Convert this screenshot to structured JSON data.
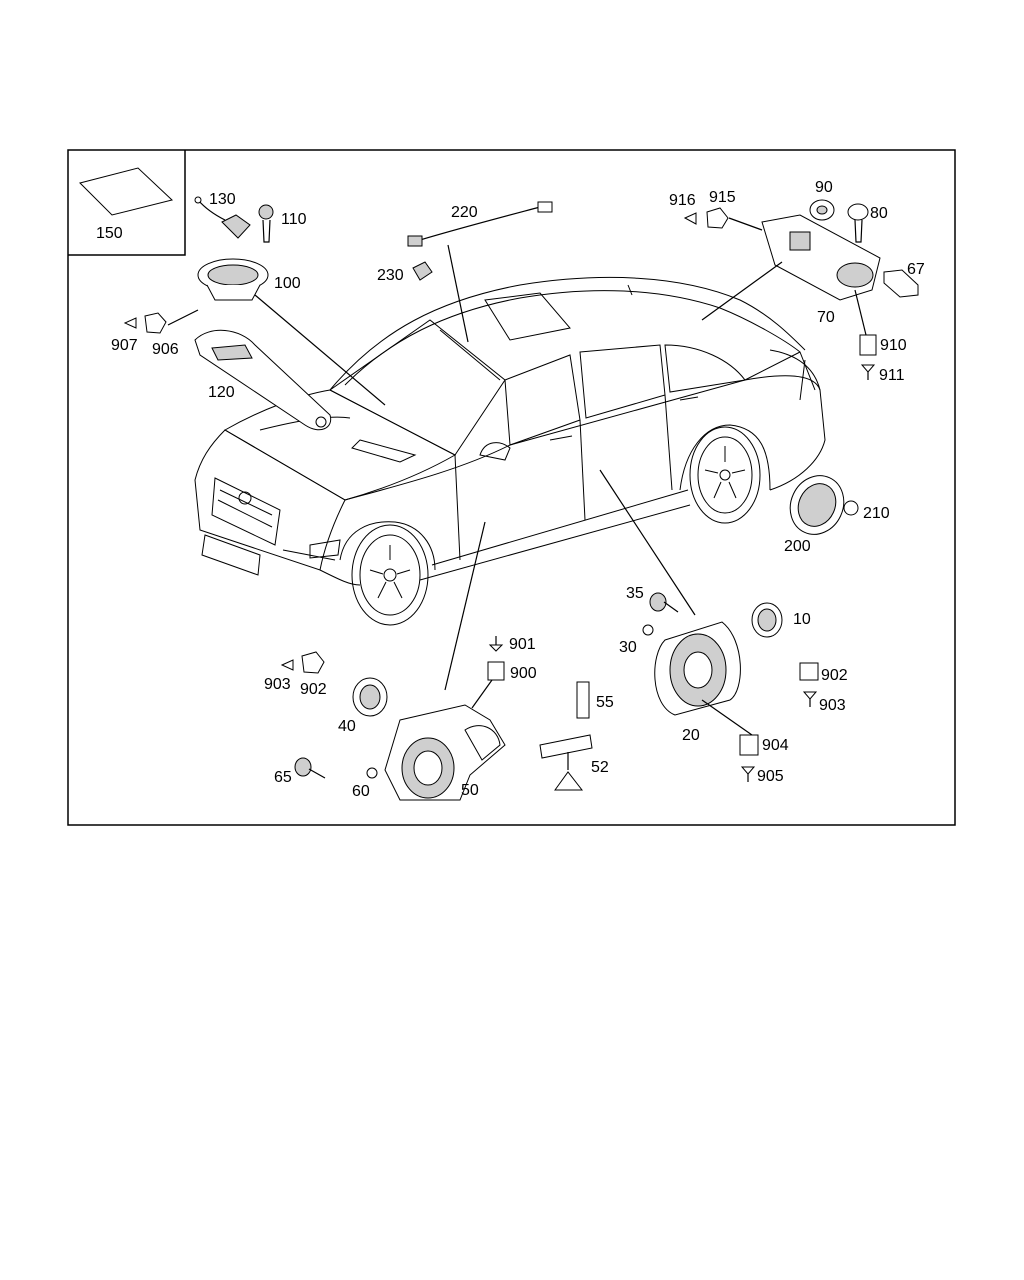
{
  "parts": {
    "p150": "150",
    "p130": "130",
    "p110": "110",
    "p100": "100",
    "p907": "907",
    "p906": "906",
    "p120": "120",
    "p220": "220",
    "p230": "230",
    "p916": "916",
    "p915": "915",
    "p90": "90",
    "p80": "80",
    "p67": "67",
    "p70": "70",
    "p910": "910",
    "p911": "911",
    "p200": "200",
    "p210": "210",
    "p35": "35",
    "p30": "30",
    "p10": "10",
    "p902b": "902",
    "p903b": "903",
    "p20": "20",
    "p904": "904",
    "p905": "905",
    "p901": "901",
    "p900": "900",
    "p55": "55",
    "p52": "52",
    "p903a": "903",
    "p902a": "902",
    "p40": "40",
    "p65": "65",
    "p60": "60",
    "p50": "50"
  }
}
